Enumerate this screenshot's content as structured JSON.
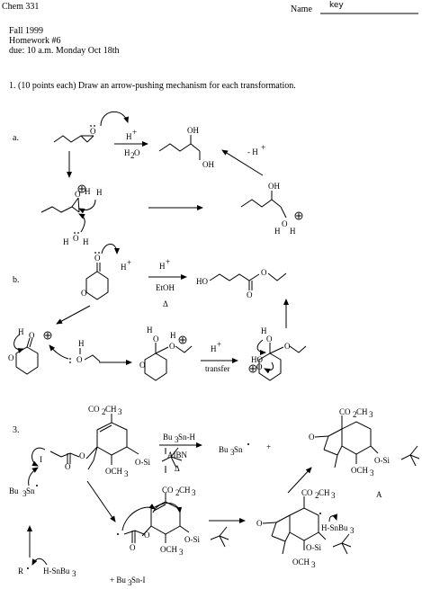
{
  "header": {
    "course": "Chem 331",
    "name_label": "Name",
    "name_value": "key",
    "term": "Fall  1999",
    "homework": "Homework #6",
    "due": "due:  10 a.m. Monday Oct 18th"
  },
  "question1": {
    "instruction": "1. (10 points each) Draw an arrow-pushing mechanism for each transformation.",
    "part_a": {
      "label": "a.",
      "reagent_top": "H",
      "reagent_top_sup": "+",
      "reagent_bottom": "H",
      "reagent_bottom_sub": "2",
      "reagent_bottom_end": "O",
      "deprotonation": "- H",
      "deprotonation_sup": "+",
      "product_oh1": "OH",
      "product_oh2": "OH",
      "intermediate_oh": "OH",
      "intermediate_o": "O",
      "intermediate_h1": "H",
      "intermediate_h2": "H",
      "oxonium_o": "O",
      "oxonium_h": "H",
      "water_h1": "H",
      "water_o": "O",
      "water_h2": "H",
      "epoxide_o": "O"
    },
    "part_b": {
      "label": "b.",
      "proton": "H",
      "proton_sup": "+",
      "reagent_top": "H",
      "reagent_top_sup": "+",
      "reagent_mid": "EtOH",
      "reagent_bottom": "Δ",
      "product_ho": "HO",
      "product_o_carbonyl": "O",
      "product_o_ester": "O",
      "lactone_o_carbonyl": "O",
      "lactone_o_ring": "O",
      "step2_h": "H",
      "step2_o": "O",
      "step2_ring_o": "O",
      "step2_ethanol_h": "H",
      "step2_ethanol_o": "O",
      "step3_ho": "H",
      "step3_o": "O",
      "step3_o2": "O",
      "step3_h": "H",
      "step3_ring_o": "O",
      "transfer_top": "H",
      "transfer_top_sup": "+",
      "transfer_bottom": "transfer",
      "step4_h": "H",
      "step4_o": "O",
      "step4_ho": "HO",
      "step4_o2": "O",
      "step4_ring_o": "O"
    }
  },
  "question3": {
    "label": "3.",
    "ester_group": "CO",
    "ester_sub": "2",
    "ester_end": "CH",
    "ester_end_sub": "3",
    "reagent_top": "Bu",
    "reagent_top_sub": "3",
    "reagent_top_end": "Sn-H",
    "reagent_mid": "AIBN",
    "reagent_bottom": "Δ",
    "radical_label": "Bu",
    "radical_sub": "3",
    "radical_end": "Sn",
    "plus": "+",
    "product_label": "A",
    "iodide": "I",
    "tin_radical": "Bu",
    "tin_radical_sub": "3",
    "tin_radical_end": "Sn",
    "initiator_r": "R",
    "initiator_h": "H-SnBu",
    "initiator_h_sub": "3",
    "byproduct": "+ Bu",
    "byproduct_sub": "3",
    "byproduct_end": "Sn-I",
    "h_snbu3": "H-SnBu",
    "h_snbu3_sub": "3",
    "o_si": "O-Si",
    "och3": "OCH",
    "och3_sub": "3",
    "carbonyl_o": "O",
    "ester_o": "O"
  }
}
